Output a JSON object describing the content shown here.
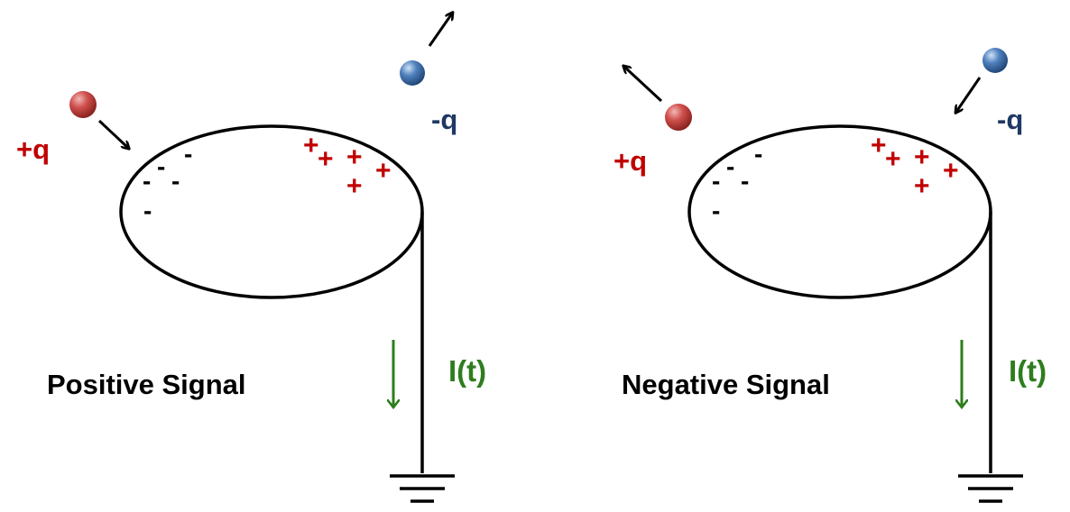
{
  "colors": {
    "positive": "#c00000",
    "negative": "#1f3864",
    "current": "#2e7d1e",
    "wire": "#000000",
    "sphere_red": "#c0504d",
    "sphere_blue": "#4f81bd"
  },
  "left": {
    "title": "Positive Signal",
    "plus_q": "+q",
    "minus_q": "-q",
    "current_label": "I(t)",
    "minus_signs": [
      "-",
      "-",
      "-",
      "-",
      "-"
    ],
    "plus_signs": [
      "+",
      "+",
      "+",
      "+",
      "+",
      "+"
    ]
  },
  "right": {
    "title": "Negative Signal",
    "plus_q": "+q",
    "minus_q": "-q",
    "current_label": "I(t)",
    "minus_signs": [
      "-",
      "-",
      "-",
      "-",
      "-"
    ],
    "plus_signs": [
      "+",
      "+",
      "+",
      "+",
      "+",
      "+"
    ]
  },
  "ground_minus": "-",
  "icons": {
    "particle": "sphere-icon",
    "motion": "arrow-icon",
    "ground": "ground-icon"
  }
}
